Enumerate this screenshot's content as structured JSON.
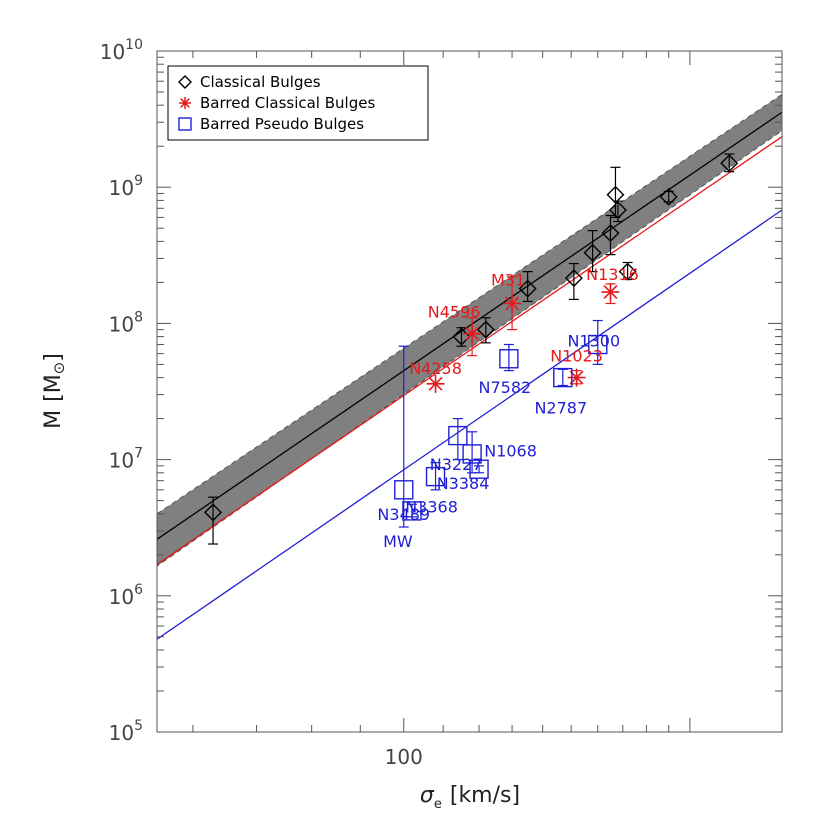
{
  "chart_data": {
    "type": "scatter",
    "xlabel_sym": "σ",
    "xlabel_sub": "e",
    "xlabel_unit": "[km/s]",
    "ylabel_main": "M",
    "ylabel_unit_open": "[M",
    "ylabel_unit_sym": "⊙",
    "ylabel_unit_close": "]",
    "x_scale": "log",
    "y_scale": "log",
    "xlim": [
      55,
      250
    ],
    "ylim": [
      100000,
      10000000000
    ],
    "x_tick_labels": [
      {
        "value": 100,
        "text": "100"
      }
    ],
    "y_tick_labels": [
      {
        "value": 100000,
        "base": "10",
        "exp": "5"
      },
      {
        "value": 1000000,
        "base": "10",
        "exp": "6"
      },
      {
        "value": 10000000,
        "base": "10",
        "exp": "7"
      },
      {
        "value": 100000000,
        "base": "10",
        "exp": "8"
      },
      {
        "value": 1000000000,
        "base": "10",
        "exp": "9"
      },
      {
        "value": 10000000000,
        "base": "10",
        "exp": "10"
      }
    ],
    "legend": {
      "placement": "top-left",
      "entries": [
        {
          "label": "Classical Bulges",
          "marker": "diamond",
          "color": "#000000"
        },
        {
          "label": "Barred Classical Bulges",
          "marker": "asterisk",
          "color": "#e41a1c"
        },
        {
          "label": "Barred Pseudo Bulges",
          "marker": "square",
          "color": "#1f1fd6"
        }
      ]
    },
    "fit_lines": [
      {
        "series": "Classical Bulges",
        "color": "#000000",
        "x": [
          55,
          250
        ],
        "y": [
          2600000,
          3550000000
        ]
      },
      {
        "series": "Barred Classical Bulges",
        "color": "#e41a1c",
        "x": [
          55,
          250
        ],
        "y": [
          1700000,
          2350000000
        ]
      },
      {
        "series": "Barred Pseudo Bulges",
        "color": "#1f1fd6",
        "x": [
          55,
          250
        ],
        "y": [
          480000,
          680000000
        ]
      }
    ],
    "scatter_band": {
      "x": [
        55,
        250
      ],
      "lower": [
        1650000,
        2600000000
      ],
      "upper": [
        4000000,
        4800000000
      ],
      "color": "#808080"
    },
    "series": [
      {
        "name": "Classical Bulges",
        "marker": "diamond",
        "color": "#000000",
        "points": [
          {
            "x": 63,
            "y": 4100000,
            "ylo": 2400000,
            "yhi": 5300000
          },
          {
            "x": 115,
            "y": 80000000,
            "ylo": 68000000,
            "yhi": 93000000
          },
          {
            "x": 122,
            "y": 90000000,
            "ylo": 72000000,
            "yhi": 110000000
          },
          {
            "x": 135,
            "y": 180000000,
            "ylo": 145000000,
            "yhi": 240000000
          },
          {
            "x": 151,
            "y": 215000000,
            "ylo": 150000000,
            "yhi": 275000000
          },
          {
            "x": 158,
            "y": 330000000,
            "ylo": 240000000,
            "yhi": 480000000
          },
          {
            "x": 165,
            "y": 460000000,
            "ylo": 320000000,
            "yhi": 620000000
          },
          {
            "x": 167,
            "y": 880000000,
            "ylo": 600000000,
            "yhi": 1400000000
          },
          {
            "x": 168,
            "y": 680000000,
            "ylo": 560000000,
            "yhi": 790000000
          },
          {
            "x": 172,
            "y": 240000000,
            "ylo": 210000000,
            "yhi": 280000000
          },
          {
            "x": 190,
            "y": 850000000,
            "ylo": 780000000,
            "yhi": 930000000
          },
          {
            "x": 220,
            "y": 1500000000,
            "ylo": 1300000000,
            "yhi": 1750000000
          }
        ]
      },
      {
        "name": "Barred Classical Bulges",
        "marker": "asterisk",
        "color": "#e41a1c",
        "points": [
          {
            "x": 108,
            "y": 36000000,
            "label": "N4258"
          },
          {
            "x": 118,
            "y": 84000000,
            "ylo": 58000000,
            "yhi": 110000000,
            "label": "N4596"
          },
          {
            "x": 130,
            "y": 140000000,
            "ylo": 90000000,
            "yhi": 220000000,
            "label": "M31"
          },
          {
            "x": 152,
            "y": 40000000,
            "ylo": 36000000,
            "yhi": 45000000,
            "label": "N1023"
          },
          {
            "x": 165,
            "y": 170000000,
            "ylo": 140000000,
            "yhi": 195000000,
            "label": "N1316"
          }
        ]
      },
      {
        "name": "Barred Pseudo Bulges",
        "marker": "square",
        "color": "#1f1fd6",
        "points": [
          {
            "x": 100,
            "y": 6000000,
            "ylo": 3200000,
            "yhi": 68000000,
            "label": "N3489"
          },
          {
            "x": 102,
            "y": 4200000,
            "ylo": 3800000,
            "yhi": 4700000,
            "label": "MW"
          },
          {
            "x": 108,
            "y": 7500000,
            "ylo": 6000000,
            "yhi": 9500000,
            "label": "N3368"
          },
          {
            "x": 114,
            "y": 15000000,
            "ylo": 10000000,
            "yhi": 20000000
          },
          {
            "x": 118,
            "y": 11000000,
            "ylo": 8000000,
            "yhi": 16000000,
            "label": "N3227"
          },
          {
            "x": 120,
            "y": 8500000,
            "ylo": 8000000,
            "yhi": 9000000,
            "label": "N3384"
          },
          {
            "x": 129,
            "y": 55000000,
            "ylo": 45000000,
            "yhi": 70000000,
            "label": "N7582"
          },
          {
            "x": 147,
            "y": 40000000,
            "ylo": 35000000,
            "yhi": 46000000,
            "label": "N2787"
          },
          {
            "x": 160,
            "y": 70000000,
            "ylo": 50000000,
            "yhi": 105000000,
            "label": "N1300"
          }
        ]
      }
    ],
    "extra_labels": [
      {
        "text": "N1068",
        "x": 124,
        "y": 10500000,
        "color": "#1f1fd6"
      }
    ]
  }
}
